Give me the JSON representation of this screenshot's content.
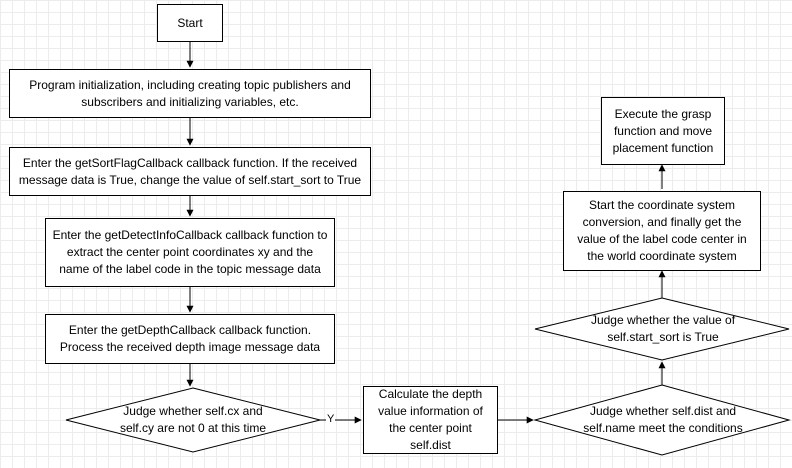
{
  "flowchart": {
    "start": "Start",
    "step_init": "Program initialization, including creating topic publishers and subscribers and initializing variables, etc.",
    "step_sort_flag": "Enter the getSortFlagCallback callback function. If the received message data is True, change the value of self.start_sort to True",
    "step_detect": "Enter the getDetectInfoCallback callback function to extract the center point coordinates xy and the name of the label code in the topic message data",
    "step_depth": "Enter the getDepthCallback callback function. Process the received depth image message data",
    "decision_cxcy": "Judge whether self.cx and self.cy are not 0 at this time",
    "yes_label": "Y",
    "step_calc_depth": "Calculate the depth value information of the center point self.dist",
    "decision_dist_name": "Judge whether self.dist and self.name meet the conditions",
    "decision_start_sort": "Judge whether the value of self.start_sort is True",
    "step_coordinate": "Start the coordinate system conversion, and finally get the value of the label code center in the world coordinate system",
    "step_grasp": "Execute the grasp function and move placement function"
  }
}
